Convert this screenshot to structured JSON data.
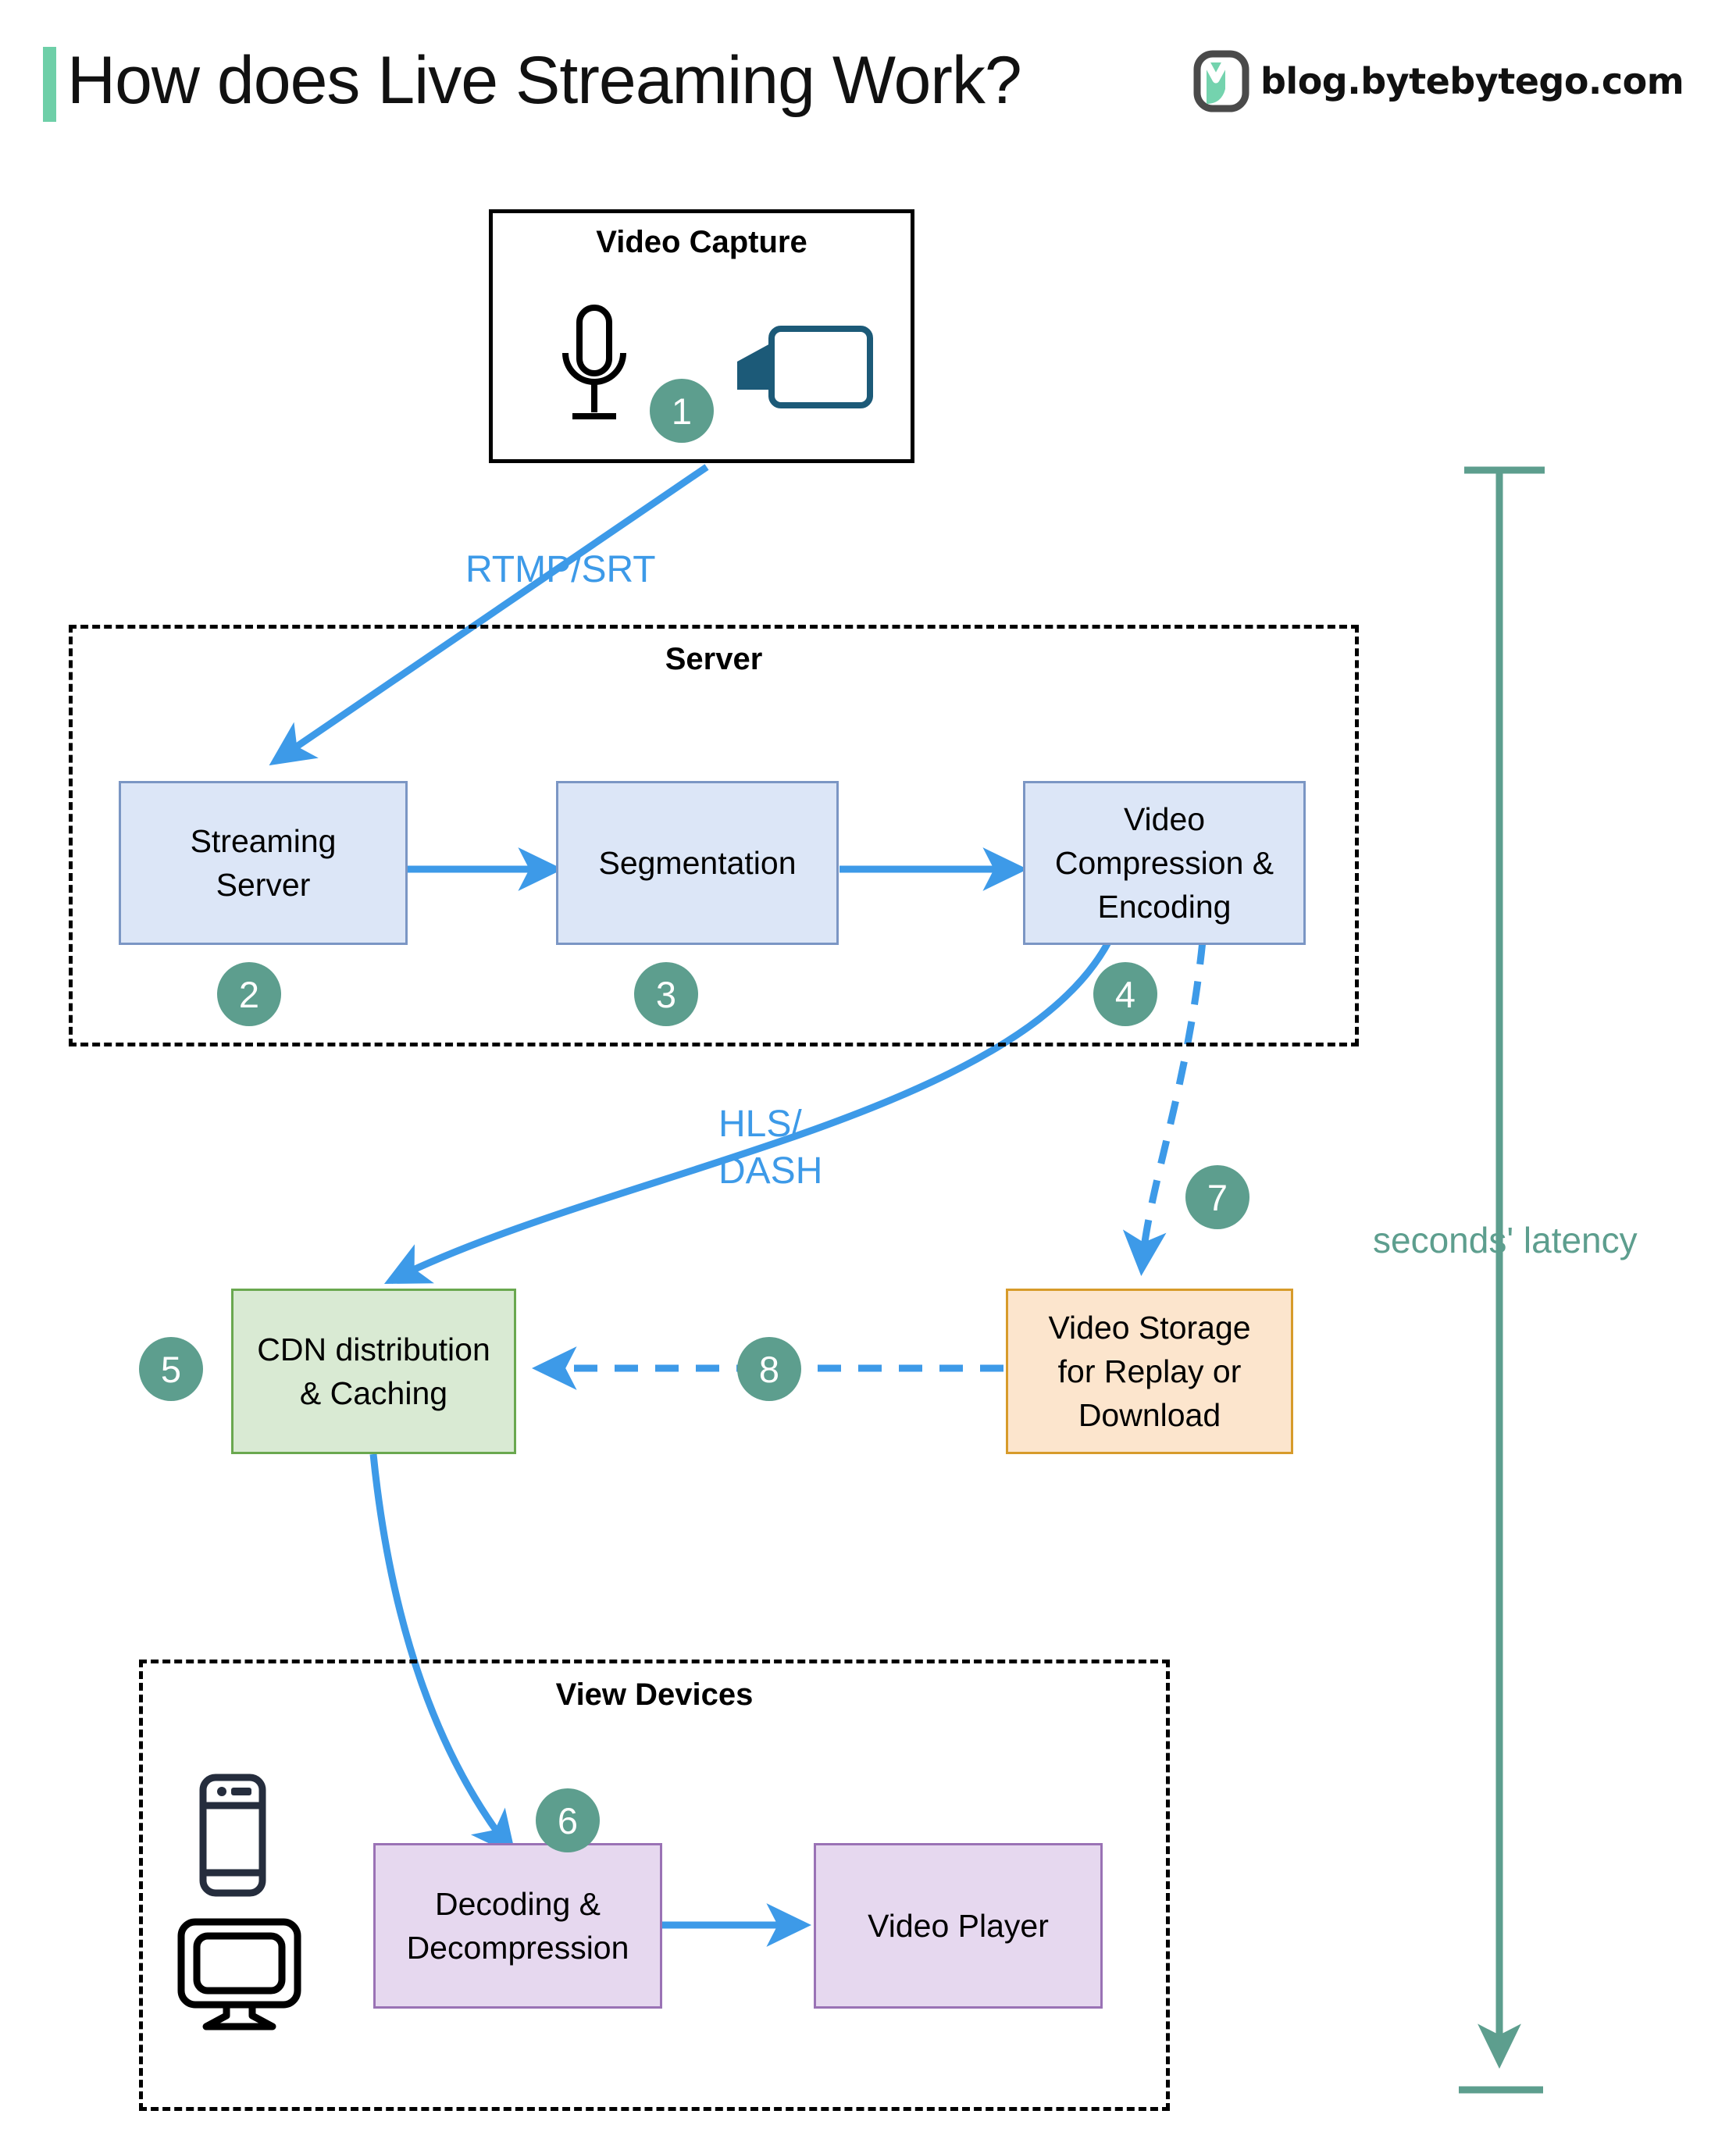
{
  "header": {
    "title": "How does Live Streaming Work?",
    "brand_text": "blog.bytebytego.com",
    "accent_color": "#6ecfa8",
    "logo_icon": "bytebytego-logo-icon"
  },
  "colors": {
    "badge": "#5d9e8e",
    "edge_blue": "#3d9ae8",
    "node_blue_fill": "#dce6f7",
    "node_blue_border": "#7b96c4",
    "node_green_fill": "#d9ead3",
    "node_green_border": "#6aa84f",
    "node_orange_fill": "#fce5cd",
    "node_orange_border": "#d79b2a",
    "node_purple_fill": "#e6d8ef",
    "node_purple_border": "#9a72b5",
    "latency": "#5d9e8e"
  },
  "capture_group": {
    "title": "Video Capture",
    "icons": [
      "microphone-icon",
      "video-camera-icon"
    ]
  },
  "server_group": {
    "title": "Server",
    "nodes": [
      {
        "label": "Streaming\nServer"
      },
      {
        "label": "Segmentation"
      },
      {
        "label": "Video\nCompression &\nEncoding"
      }
    ]
  },
  "cdn_node": {
    "label": "CDN distribution\n& Caching"
  },
  "storage_node": {
    "label": "Video Storage\nfor Replay or\nDownload"
  },
  "devices_group": {
    "title": "View Devices",
    "icons": [
      "smartphone-icon",
      "desktop-monitor-icon"
    ],
    "nodes": [
      {
        "label": "Decoding &\nDecompression"
      },
      {
        "label": "Video Player"
      }
    ]
  },
  "edge_labels": {
    "rtmp_srt": "RTMP/SRT",
    "hls_dash": "HLS/\nDASH"
  },
  "badges": [
    {
      "number": "1"
    },
    {
      "number": "2"
    },
    {
      "number": "3"
    },
    {
      "number": "4"
    },
    {
      "number": "5"
    },
    {
      "number": "6"
    },
    {
      "number": "7"
    },
    {
      "number": "8"
    }
  ],
  "latency": {
    "label": "seconds' latency"
  }
}
